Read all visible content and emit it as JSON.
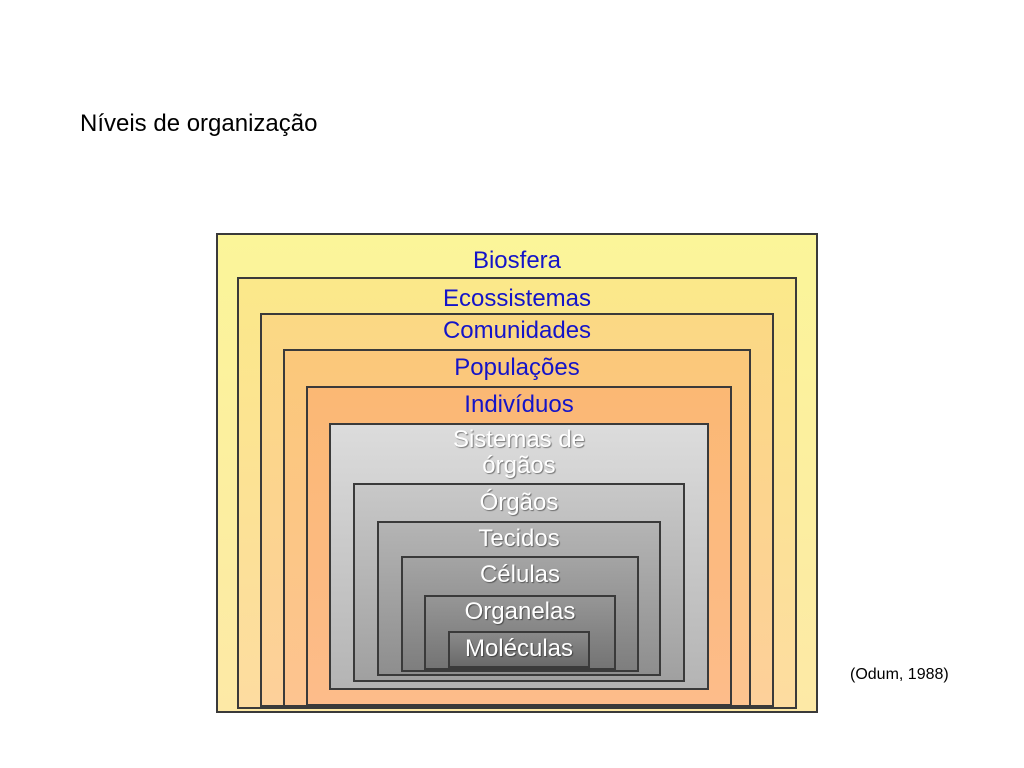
{
  "slide": {
    "title": "Níveis de organização",
    "citation": "(Odum, 1988)"
  },
  "diagram": {
    "levels": [
      {
        "label": "Biosfera",
        "color": "#fbf599"
      },
      {
        "label": "Ecossistemas",
        "color": "#fbe88a"
      },
      {
        "label": "Comunidades",
        "color": "#fbd884"
      },
      {
        "label": "Populações",
        "color": "#fbc87a"
      },
      {
        "label": "Indivíduos",
        "color": "#fbb874"
      },
      {
        "label": "Sistemas de órgãos",
        "line1": "Sistemas de",
        "line2": "órgãos",
        "color": "#c8c8c8"
      },
      {
        "label": "Órgãos",
        "color": "#a9a9a9"
      },
      {
        "label": "Tecidos",
        "color": "#999999"
      },
      {
        "label": "Células",
        "color": "#8c8c8c"
      },
      {
        "label": "Organelas",
        "color": "#7d7d7d"
      },
      {
        "label": "Moléculas",
        "color": "#6e6e6e"
      }
    ]
  }
}
